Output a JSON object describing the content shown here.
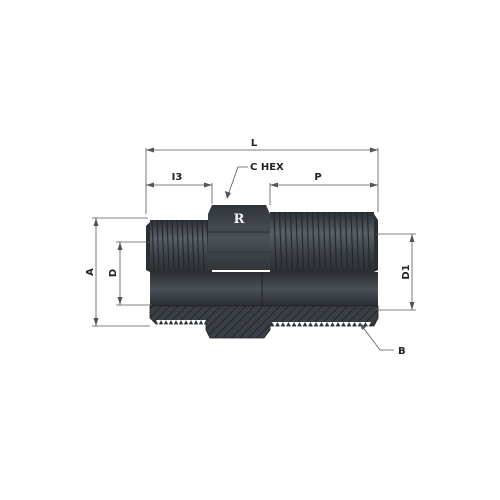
{
  "labels": {
    "L": "L",
    "C_HEX": "C HEX",
    "I3": "I3",
    "P": "P",
    "A": "A",
    "D": "D",
    "D1": "D1",
    "B": "B",
    "logo": "R"
  },
  "colors": {
    "body": "#3a3f45",
    "body_dark": "#2b2f34",
    "body_light": "#5a6068",
    "hatch": "#1e2226",
    "dim_line": "#555555",
    "text": "#222222"
  }
}
